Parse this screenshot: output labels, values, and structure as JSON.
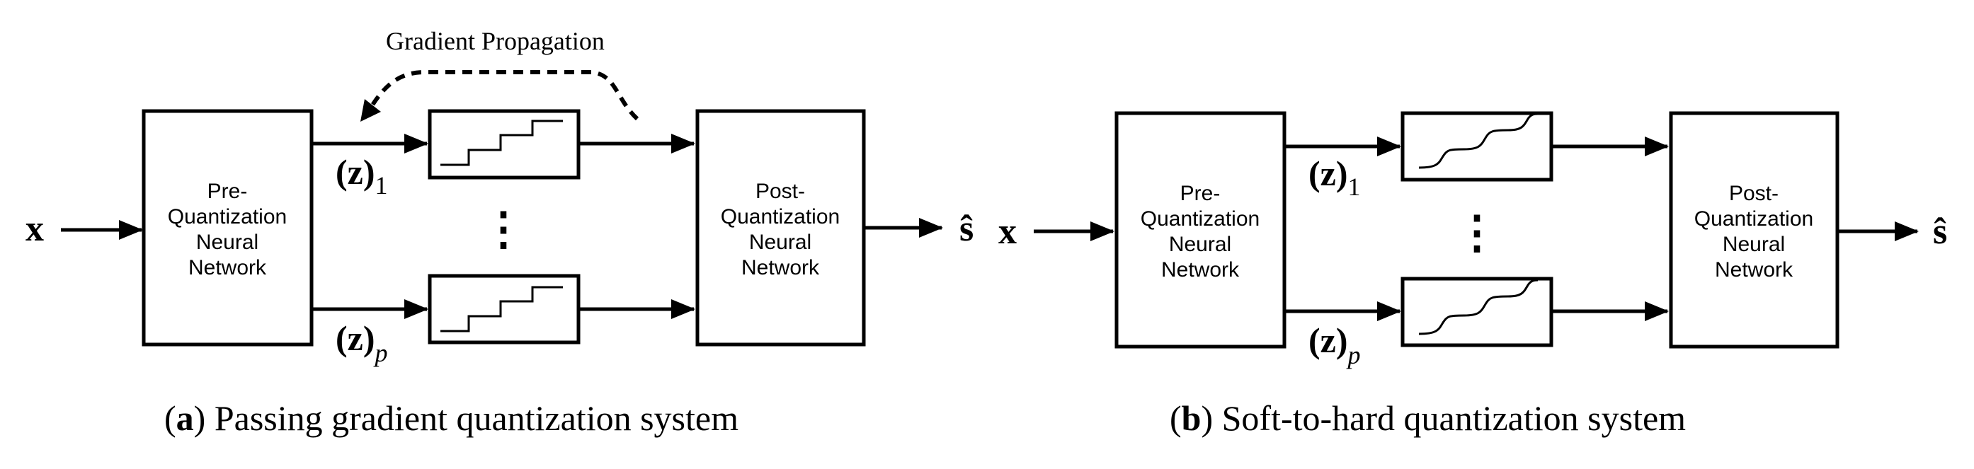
{
  "left": {
    "caption_letter": "a",
    "caption_text": "Passing gradient quantization system",
    "input_label": "x",
    "output_label": "ŝ",
    "pre_block": [
      "Pre-",
      "Quantization",
      "Neural",
      "Network"
    ],
    "post_block": [
      "Post-",
      "Quantization",
      "Neural",
      "Network"
    ],
    "z_first": "(z)",
    "z_first_sub": "1",
    "z_last": "(z)",
    "z_last_sub": "p",
    "dots": "⋮",
    "annotation": "Gradient Propagation"
  },
  "right": {
    "caption_letter": "b",
    "caption_text": "Soft-to-hard quantization system",
    "input_label": "x",
    "output_label": "ŝ",
    "pre_block": [
      "Pre-",
      "Quantization",
      "Neural",
      "Network"
    ],
    "post_block": [
      "Post-",
      "Quantization",
      "Neural",
      "Network"
    ],
    "z_first": "(z)",
    "z_first_sub": "1",
    "z_last": "(z)",
    "z_last_sub": "p",
    "dots": "⋮"
  }
}
